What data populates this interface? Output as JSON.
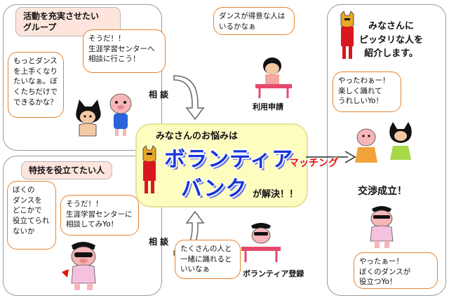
{
  "top_left": {
    "header": "活動を充実させたい\nグループ",
    "bubble_center": "そうだ！！\n生涯学習センターへ\n相談に行こう！",
    "bubble_left": "もっとダンスを上手くなりたいなぁ。ぼくたちだけでできるかな？"
  },
  "bottom_left": {
    "header": "特技を役立てたい人",
    "bubble_left": "ぼくの\nダンスを\nどこかで\n役立てられ\nないか",
    "bubble_center": "そうだ！！\n生涯学習センターに\n相談してみYo！"
  },
  "top_middle": {
    "bubble": "ダンスが得意な人は\nいるかなぁ",
    "label": "利用申請"
  },
  "bottom_middle": {
    "bubble": "たくさんの人と\n一緒に踊れると\nいいなぁ",
    "label": "ボランティア登録"
  },
  "arrows": {
    "consult_top": "相 談",
    "consult_bottom": "相 談"
  },
  "center": {
    "subtitle": "みなさんのお悩みは",
    "title_line1": "ボランティア",
    "title_line2": "バンク",
    "solve": "が解決！！"
  },
  "matching": "マッチング",
  "right": {
    "intro": "みなさんに\nピッタリな人を\n紹介します。",
    "bubble_top": "やったわぁー！\n楽しく踊れて\nうれしいYo！",
    "success": "交渉成立！",
    "bubble_bottom": "やったぁー！\nぼくのダンスが\n役立つYo！"
  },
  "colors": {
    "accent_border": "#e8822d",
    "header_bg": "#fde5dd",
    "title_blue": "#1a36d6",
    "match_red": "#e0140c",
    "center_bg": "#fdfdc0"
  }
}
